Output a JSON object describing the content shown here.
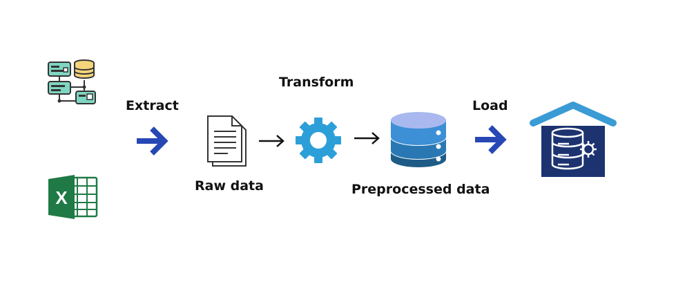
{
  "labels": {
    "extract": "Extract",
    "transform": "Transform",
    "load": "Load",
    "raw_data": "Raw data",
    "preprocessed_data": "Preprocessed data"
  },
  "icons": {
    "source_db": "database-schema-icon",
    "source_excel": "excel-icon",
    "raw_file": "document-icon",
    "transform": "gear-icon",
    "preprocessed": "database-stack-icon",
    "warehouse": "data-warehouse-icon"
  },
  "colors": {
    "arrow_blue": "#2747b5",
    "gear_blue": "#2d9fd8",
    "warehouse_navy": "#1c3370",
    "roof_blue": "#3a9bd5",
    "excel_green": "#1f7a45",
    "db_yellow": "#f4d57b",
    "schema_teal": "#7fd6c2"
  }
}
